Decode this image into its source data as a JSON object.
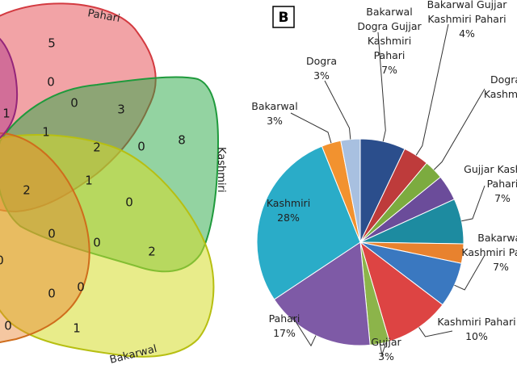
{
  "venn": {
    "sets": [
      {
        "name": "Pahari",
        "color": "#e8575d"
      },
      {
        "name": "Kashmiri",
        "color": "#27a844"
      },
      {
        "name": "Bakarwal",
        "color": "#d6dd2a"
      }
    ],
    "region_values": [
      5,
      0,
      0,
      3,
      1,
      1,
      2,
      8,
      0,
      2,
      1,
      0,
      0,
      0,
      2,
      0,
      0,
      0,
      0,
      1
    ]
  },
  "panel_b": {
    "badge": "B"
  },
  "chart_data": {
    "type": "pie",
    "title": "",
    "slices": [
      {
        "label_lines": [
          "Bakarwal",
          "Dogra Gujjar",
          "Kashmiri",
          "Pahari"
        ],
        "pct_label": "7%",
        "value": 7,
        "color": "#2b4e8c"
      },
      {
        "label_lines": [
          "Bakarwal Gujjar",
          "Kashmiri Pahari"
        ],
        "pct_label": "4%",
        "value": 4,
        "color": "#be3b3b"
      },
      {
        "label_lines": [
          "Dogra",
          "Kashmiri"
        ],
        "pct_label": "",
        "value": 3,
        "color": "#7cab3f"
      },
      {
        "label_lines": [],
        "pct_label": "",
        "value": 4,
        "color": "#6b4c9a"
      },
      {
        "label_lines": [
          "Gujjar Kashmiri",
          "Pahari"
        ],
        "pct_label": "7%",
        "value": 7,
        "color": "#1d8ba0"
      },
      {
        "label_lines": [],
        "pct_label": "",
        "value": 3,
        "color": "#e8822e"
      },
      {
        "label_lines": [
          "Bakarwal",
          "Kashmiri Pahari"
        ],
        "pct_label": "7%",
        "value": 7,
        "color": "#3a78c0"
      },
      {
        "label_lines": [
          "Kashmiri Pahari"
        ],
        "pct_label": "10%",
        "value": 10,
        "color": "#dd4443"
      },
      {
        "label_lines": [
          "Gujjar"
        ],
        "pct_label": "3%",
        "value": 3,
        "color": "#8cb44a"
      },
      {
        "label_lines": [
          "Pahari"
        ],
        "pct_label": "17%",
        "value": 17,
        "color": "#7e5aa6"
      },
      {
        "label_lines": [
          "Kashmiri"
        ],
        "pct_label": "28%",
        "value": 28,
        "color": "#2aacc8"
      },
      {
        "label_lines": [
          "Bakarwal"
        ],
        "pct_label": "3%",
        "value": 3,
        "color": "#f2922f"
      },
      {
        "label_lines": [
          "Dogra"
        ],
        "pct_label": "3%",
        "value": 3,
        "color": "#a8c0e0"
      }
    ]
  }
}
